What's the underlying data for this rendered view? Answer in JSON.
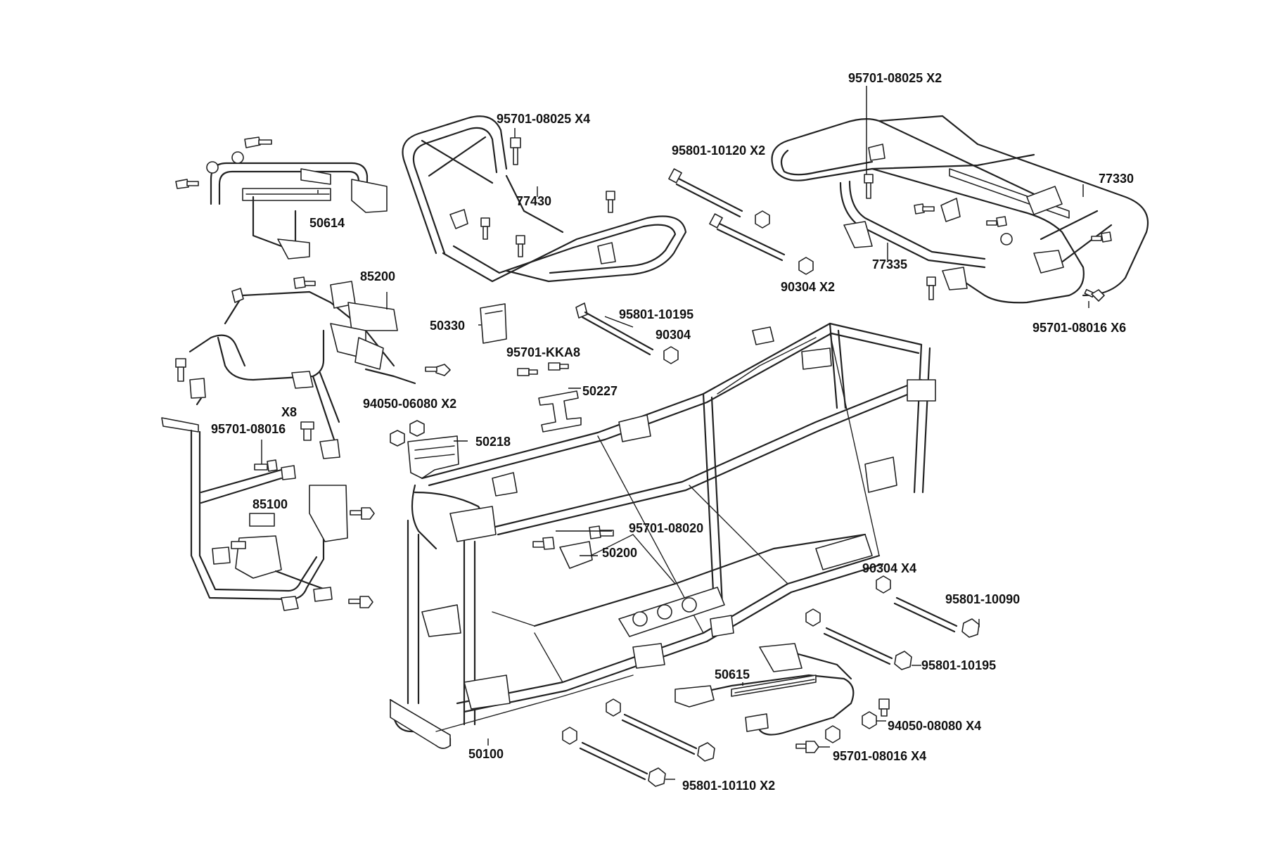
{
  "labels": {
    "p_95701_08025_x2": "95701-08025 X2",
    "p_95701_08025_x4": "95701-08025 X4",
    "p_95801_10120_x2": "95801-10120 X2",
    "p_77330": "77330",
    "p_77430": "77430",
    "p_50614": "50614",
    "p_77335": "77335",
    "p_90304_x2": "90304  X2",
    "p_85200": "85200",
    "p_95701_08016_x6": "95701-08016 X6",
    "p_95801_10195_a": "95801-10195",
    "p_50330": "50330",
    "p_90304": "90304",
    "p_95701_kka8": "95701-KKA8",
    "p_50227": "50227",
    "p_94050_06080_x2": "94050-06080 X2",
    "p_x8": "X8",
    "p_95701_08016": "95701-08016",
    "p_50218": "50218",
    "p_85100": "85100",
    "p_95701_08020": "95701-08020",
    "p_50200": "50200",
    "p_90304_x4": "90304  X4",
    "p_95801_10090": "95801-10090",
    "p_95801_10195_b": "95801-10195",
    "p_50615": "50615",
    "p_94050_08080_x4": "94050-08080 X4",
    "p_95701_08016_x4": "95701-08016 X4",
    "p_50100": "50100",
    "p_95801_10110_x2": "95801-10110 X2"
  }
}
